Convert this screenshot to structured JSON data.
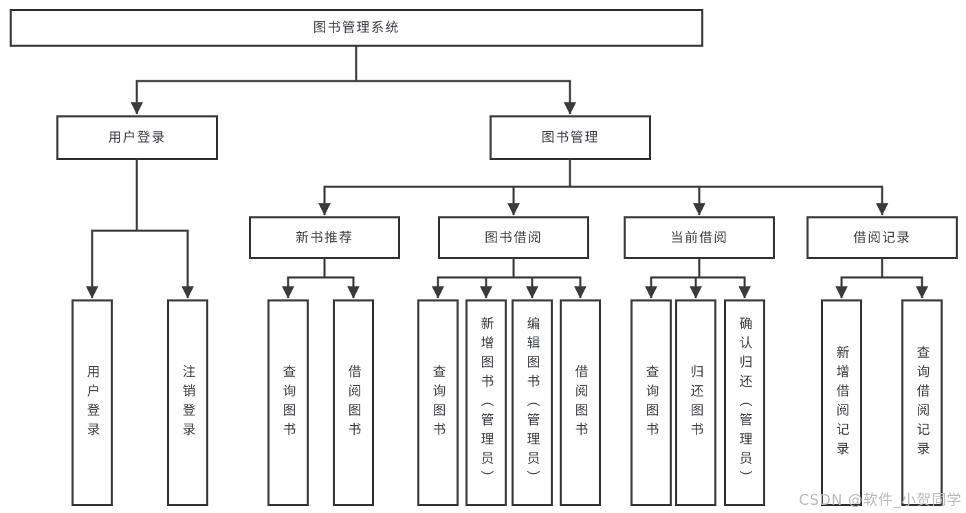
{
  "diagram": {
    "title": "图书管理系统",
    "root": {
      "label": "图书管理系统"
    },
    "level2": [
      {
        "label": "用户登录"
      },
      {
        "label": "图书管理"
      }
    ],
    "level3": [
      {
        "label": "新书推荐"
      },
      {
        "label": "图书借阅"
      },
      {
        "label": "当前借阅"
      },
      {
        "label": "借阅记录"
      }
    ],
    "leaves": [
      "用户登录",
      "注销登录",
      "查询图书",
      "借阅图书",
      "查询图书",
      "新增图书（管理员）",
      "编辑图书（管理员）",
      "借阅图书",
      "查询图书",
      "归还图书",
      "确认归还（管理员）",
      "新增借阅记录",
      "查询借阅记录"
    ],
    "hierarchy": {
      "图书管理系统": [
        "用户登录",
        "图书管理"
      ],
      "用户登录": [
        "用户登录",
        "注销登录"
      ],
      "图书管理": [
        "新书推荐",
        "图书借阅",
        "当前借阅",
        "借阅记录"
      ],
      "新书推荐": [
        "查询图书",
        "借阅图书"
      ],
      "图书借阅": [
        "查询图书",
        "新增图书（管理员）",
        "编辑图书（管理员）",
        "借阅图书"
      ],
      "当前借阅": [
        "查询图书",
        "归还图书",
        "确认归还（管理员）"
      ],
      "借阅记录": [
        "新增借阅记录",
        "查询借阅记录"
      ]
    }
  },
  "watermark": {
    "text": "CSDN @软件_小贺同学"
  },
  "colors": {
    "line": "#3b3b3b",
    "box_border": "#3b3b3b",
    "text": "#3a3d42",
    "background": "#ffffff",
    "watermark": "#b6b9be"
  }
}
